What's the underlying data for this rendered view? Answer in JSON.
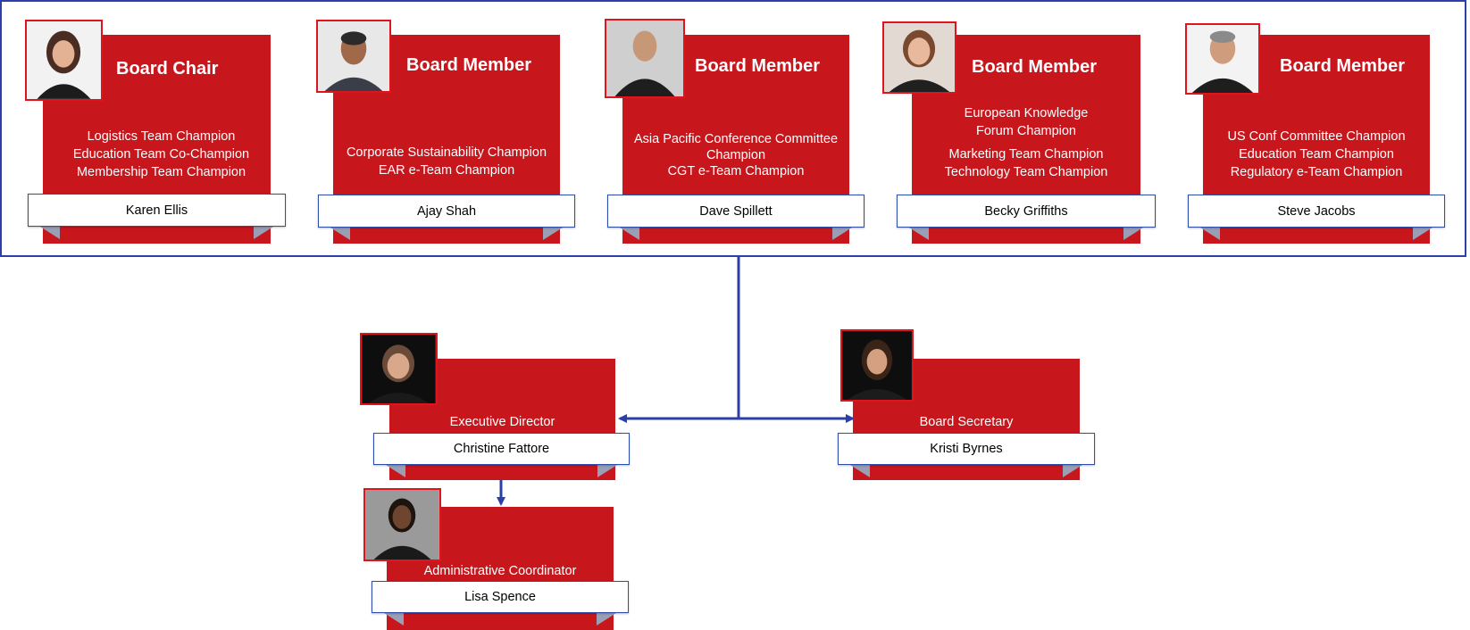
{
  "board": [
    {
      "title": "Board Chair",
      "lines": [
        "Logistics Team Champion",
        "Education Team Co-Champion",
        "Membership Team Champion"
      ],
      "name": "Karen Ellis"
    },
    {
      "title": "Board Member",
      "lines": [
        "Corporate Sustainability Champion",
        "EAR e-Team Champion"
      ],
      "name": "Ajay Shah"
    },
    {
      "title": "Board Member",
      "lines": [
        "Asia Pacific Conference Committee",
        "Champion",
        "CGT e-Team Champion"
      ],
      "name": "Dave Spillett"
    },
    {
      "title": "Board Member",
      "lines": [
        "European Knowledge",
        "Forum Champion",
        "Marketing Team Champion",
        "Technology Team Champion"
      ],
      "name": "Becky Griffiths"
    },
    {
      "title": "Board Member",
      "lines": [
        "US Conf Committee Champion",
        "Education Team Champion",
        "Regulatory e-Team Champion"
      ],
      "name": "Steve Jacobs"
    }
  ],
  "staff": {
    "executive": {
      "role": "Executive Director",
      "name": "Christine Fattore"
    },
    "secretary": {
      "role": "Board Secretary",
      "name": "Kristi Byrnes"
    },
    "coordinator": {
      "role": "Administrative Coordinator",
      "name": "Lisa Spence"
    }
  },
  "colors": {
    "card": "#c8161d",
    "frame": "#2a3fa8",
    "connector": "#2a3fa8"
  }
}
